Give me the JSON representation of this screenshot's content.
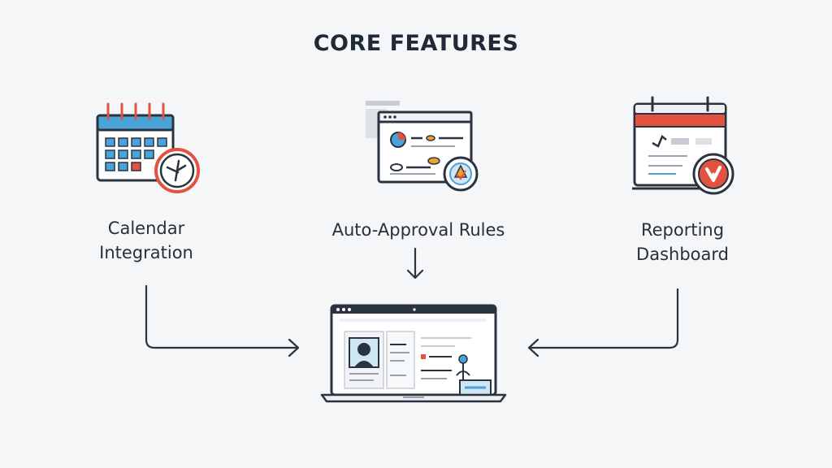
{
  "title": "CORE FEATURES",
  "features": [
    {
      "line1": "Calendar",
      "line2": "Integration",
      "icon": "calendar-clock-icon"
    },
    {
      "line1": "Auto-Approval Rules",
      "line2": "",
      "icon": "window-rules-icon"
    },
    {
      "line1": "Reporting",
      "line2": "Dashboard",
      "icon": "report-calendar-icon"
    }
  ],
  "center": {
    "icon": "laptop-dashboard-icon"
  },
  "colors": {
    "stroke": "#2a3440",
    "blue": "#4aa3d8",
    "light_blue": "#cfe6f5",
    "red": "#e2533f",
    "orange": "#f0a030",
    "gray": "#c9cdd3"
  }
}
